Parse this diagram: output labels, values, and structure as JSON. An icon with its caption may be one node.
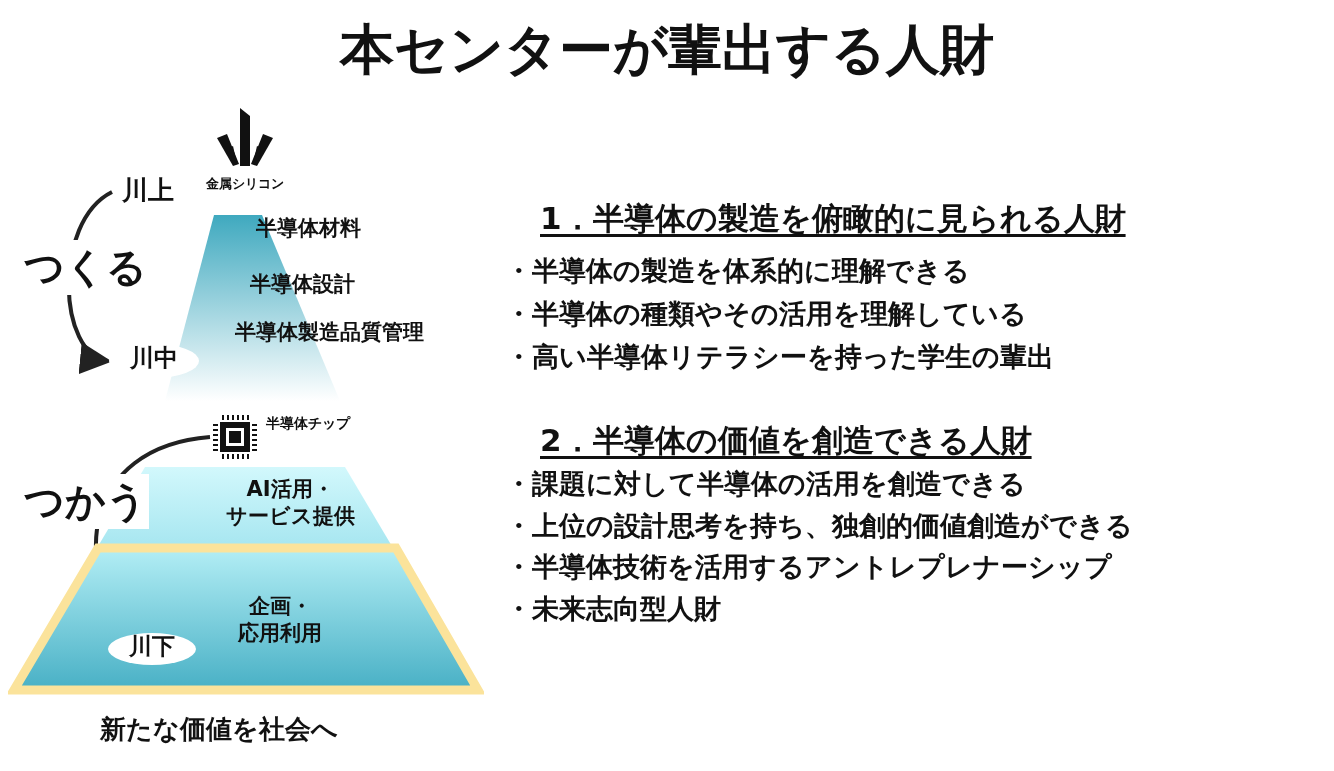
{
  "diagram": {
    "title": "本センターが輩出する人財",
    "nodes": [
      {
        "text": [
          "半導体材料",
          "半導体設計",
          "半導体製造品質管理"
        ]
      },
      {
        "text": [
          "川上"
        ]
      },
      {
        "text": [
          "金属シリコン"
        ]
      },
      {
        "text": [
          "川中"
        ]
      },
      {
        "text": [
          "半導体チップ"
        ]
      },
      {
        "text": [
          "AI活用・サービス提供"
        ]
      },
      {
        "text": [
          "企画・応用利用"
        ]
      },
      {
        "text": [
          "川下"
        ],
        "in": 6
      }
    ],
    "edges": [
      {
        "from": 1,
        "to": 3,
        "arrow": "to",
        "label": "つくる"
      },
      {
        "from": 4,
        "to": 7,
        "arrow": "to",
        "label": "つかう"
      }
    ],
    "labels": [
      "新たな価値を社会へ",
      "1．半導体の製造を俯瞰的に見られる人財",
      "・半導体の製造を体系的に理解できる",
      "・半導体の種類やその活用を理解している",
      "・高い半導体リテラシーを持った学生の輩出",
      "2．半導体の価値を創造できる人財",
      "・課題に対して半導体の活用を創造できる",
      "・上位の設計思考を持ち、独創的価値創造ができる",
      "・半導体技術を活用するアントレプレナーシップ",
      "・未来志向型人財"
    ]
  }
}
